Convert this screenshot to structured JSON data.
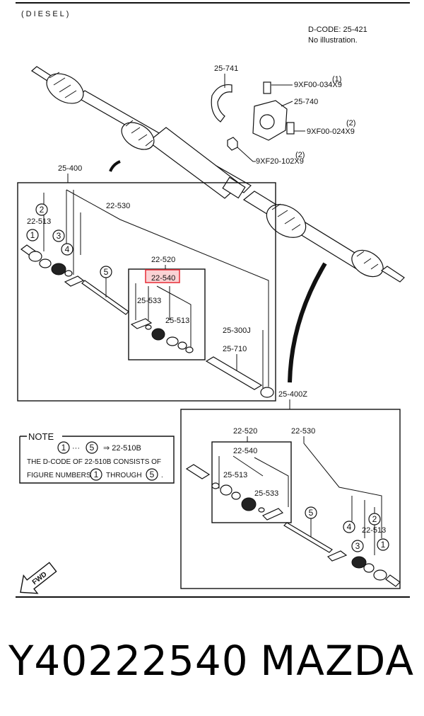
{
  "header": {
    "variant": "(DIESEL)",
    "dcode": "D-CODE: 25-421",
    "no_illustration": "No illustration."
  },
  "labels": {
    "p25_741": "25-741",
    "bolt1": "9XF00-034X9",
    "bolt1_qty": "(1)",
    "p25_740": "25-740",
    "bolt2": "9XF00-024X9",
    "bolt2_qty": "(2)",
    "nut": "9XF20-102X9",
    "nut_qty": "(2)",
    "asm_25_400": "25-400",
    "p22_530": "22-530",
    "p22_513": "22-513",
    "p22_520": "22-520",
    "p22_540": "22-540",
    "p25_533": "25-533",
    "p25_513": "25-513",
    "p25_300j": "25-300J",
    "p25_710": "25-710",
    "asm_25_400z": "25-400Z",
    "z_22_520": "22-520",
    "z_22_530": "22-530",
    "z_22_540": "22-540",
    "z_25_513": "25-513",
    "z_25_533": "25-533",
    "z_22_513": "22-513"
  },
  "circled": [
    "1",
    "2",
    "3",
    "4",
    "5"
  ],
  "note": {
    "title": "NOTE",
    "dots": "···",
    "arrow_code": "⇒ 22-510B",
    "line2": "THE D-CODE OF  22-510B  CONSISTS OF",
    "line3_a": "FIGURE NUMBERS",
    "line3_b": "THROUGH",
    "line3_c": "."
  },
  "fwd": "FWD",
  "caption": {
    "part_number": "Y40222540",
    "brand": "MAZDA"
  },
  "colors": {
    "highlight": "#e8323c",
    "ink": "#111111"
  }
}
